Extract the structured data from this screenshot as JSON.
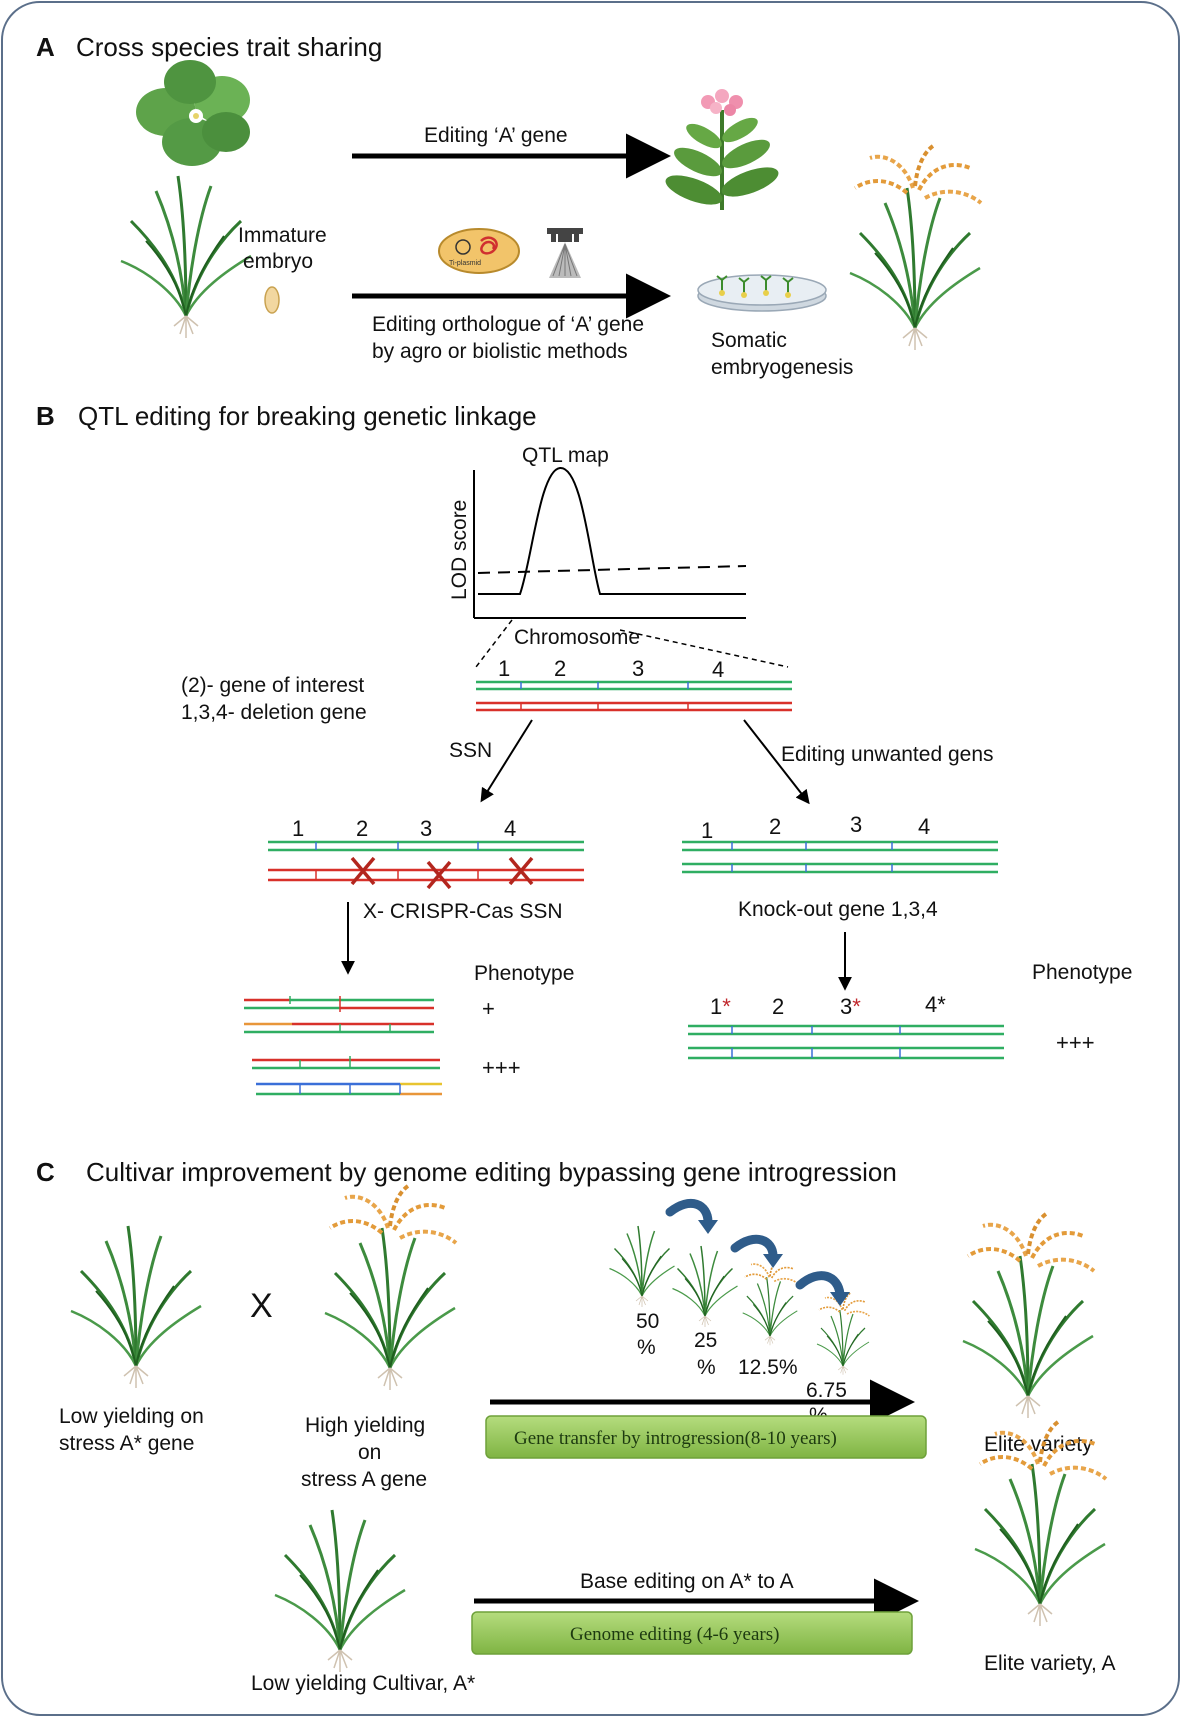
{
  "panel_a": {
    "letter": "A",
    "title": "Cross species trait sharing",
    "edit_a_gene": "Editing  ‘A’ gene",
    "immature": "Immature",
    "embryo": "embryo",
    "ortho_line1": "Editing orthologue of ‘A’ gene",
    "ortho_line2": "by agro or biolistic methods",
    "somatic": "Somatic",
    "embryogenesis": "embryogenesis",
    "agro_label": "Ti-plasmid"
  },
  "panel_b": {
    "letter": "B",
    "title": "QTL editing for breaking genetic  linkage",
    "qtl_map": "QTL map",
    "lod_score": "LOD score",
    "chromosome": "Chromosome",
    "gene_interest": "(2)- gene of interest",
    "deletion_gene": "1,3,4- deletion gene",
    "ssn": "SSN",
    "editing_unwanted": "Editing unwanted gens",
    "crispr": "X- CRISPR-Cas SSN",
    "knockout": "Knock-out gene 1,3,4",
    "phenotype": "Phenotype",
    "plus": "+",
    "plus3": "+++",
    "n1": "1",
    "n2": "2",
    "n3": "3",
    "n4": "4",
    "n1s": "1*",
    "n3s": "3*",
    "n4s": "4*"
  },
  "panel_c": {
    "letter": "C",
    "title": "Cultivar improvement by genome editing bypassing  gene introgression",
    "x_mark": "X",
    "low_yield_1": "Low yielding on",
    "low_yield_2": "stress  A* gene",
    "high_1": "High yielding",
    "high_2": "on",
    "high_3": "stress A gene",
    "p50a": "50",
    "p50b": "%",
    "p25a": "25",
    "p25b": "%",
    "p125": "12.5%",
    "p675a": "6.75",
    "p675b": "%",
    "introgression": "Gene transfer by introgression(8-10 years)",
    "elite": "Elite variety",
    "base_editing": "Base editing on A* to A",
    "genome_editing": "Genome editing (4-6 years)",
    "low_cultivar": "Low yielding Cultivar, A*",
    "elite_a": "Elite variety, A"
  },
  "colors": {
    "green_line": "#2fae62",
    "red_line": "#d8312a",
    "blue_tick": "#3a6fd8",
    "cross_red": "#b3261e",
    "arrow_blue": "#2f5c8a",
    "box_green": "#8cc152",
    "frame": "#5b6f8a"
  }
}
